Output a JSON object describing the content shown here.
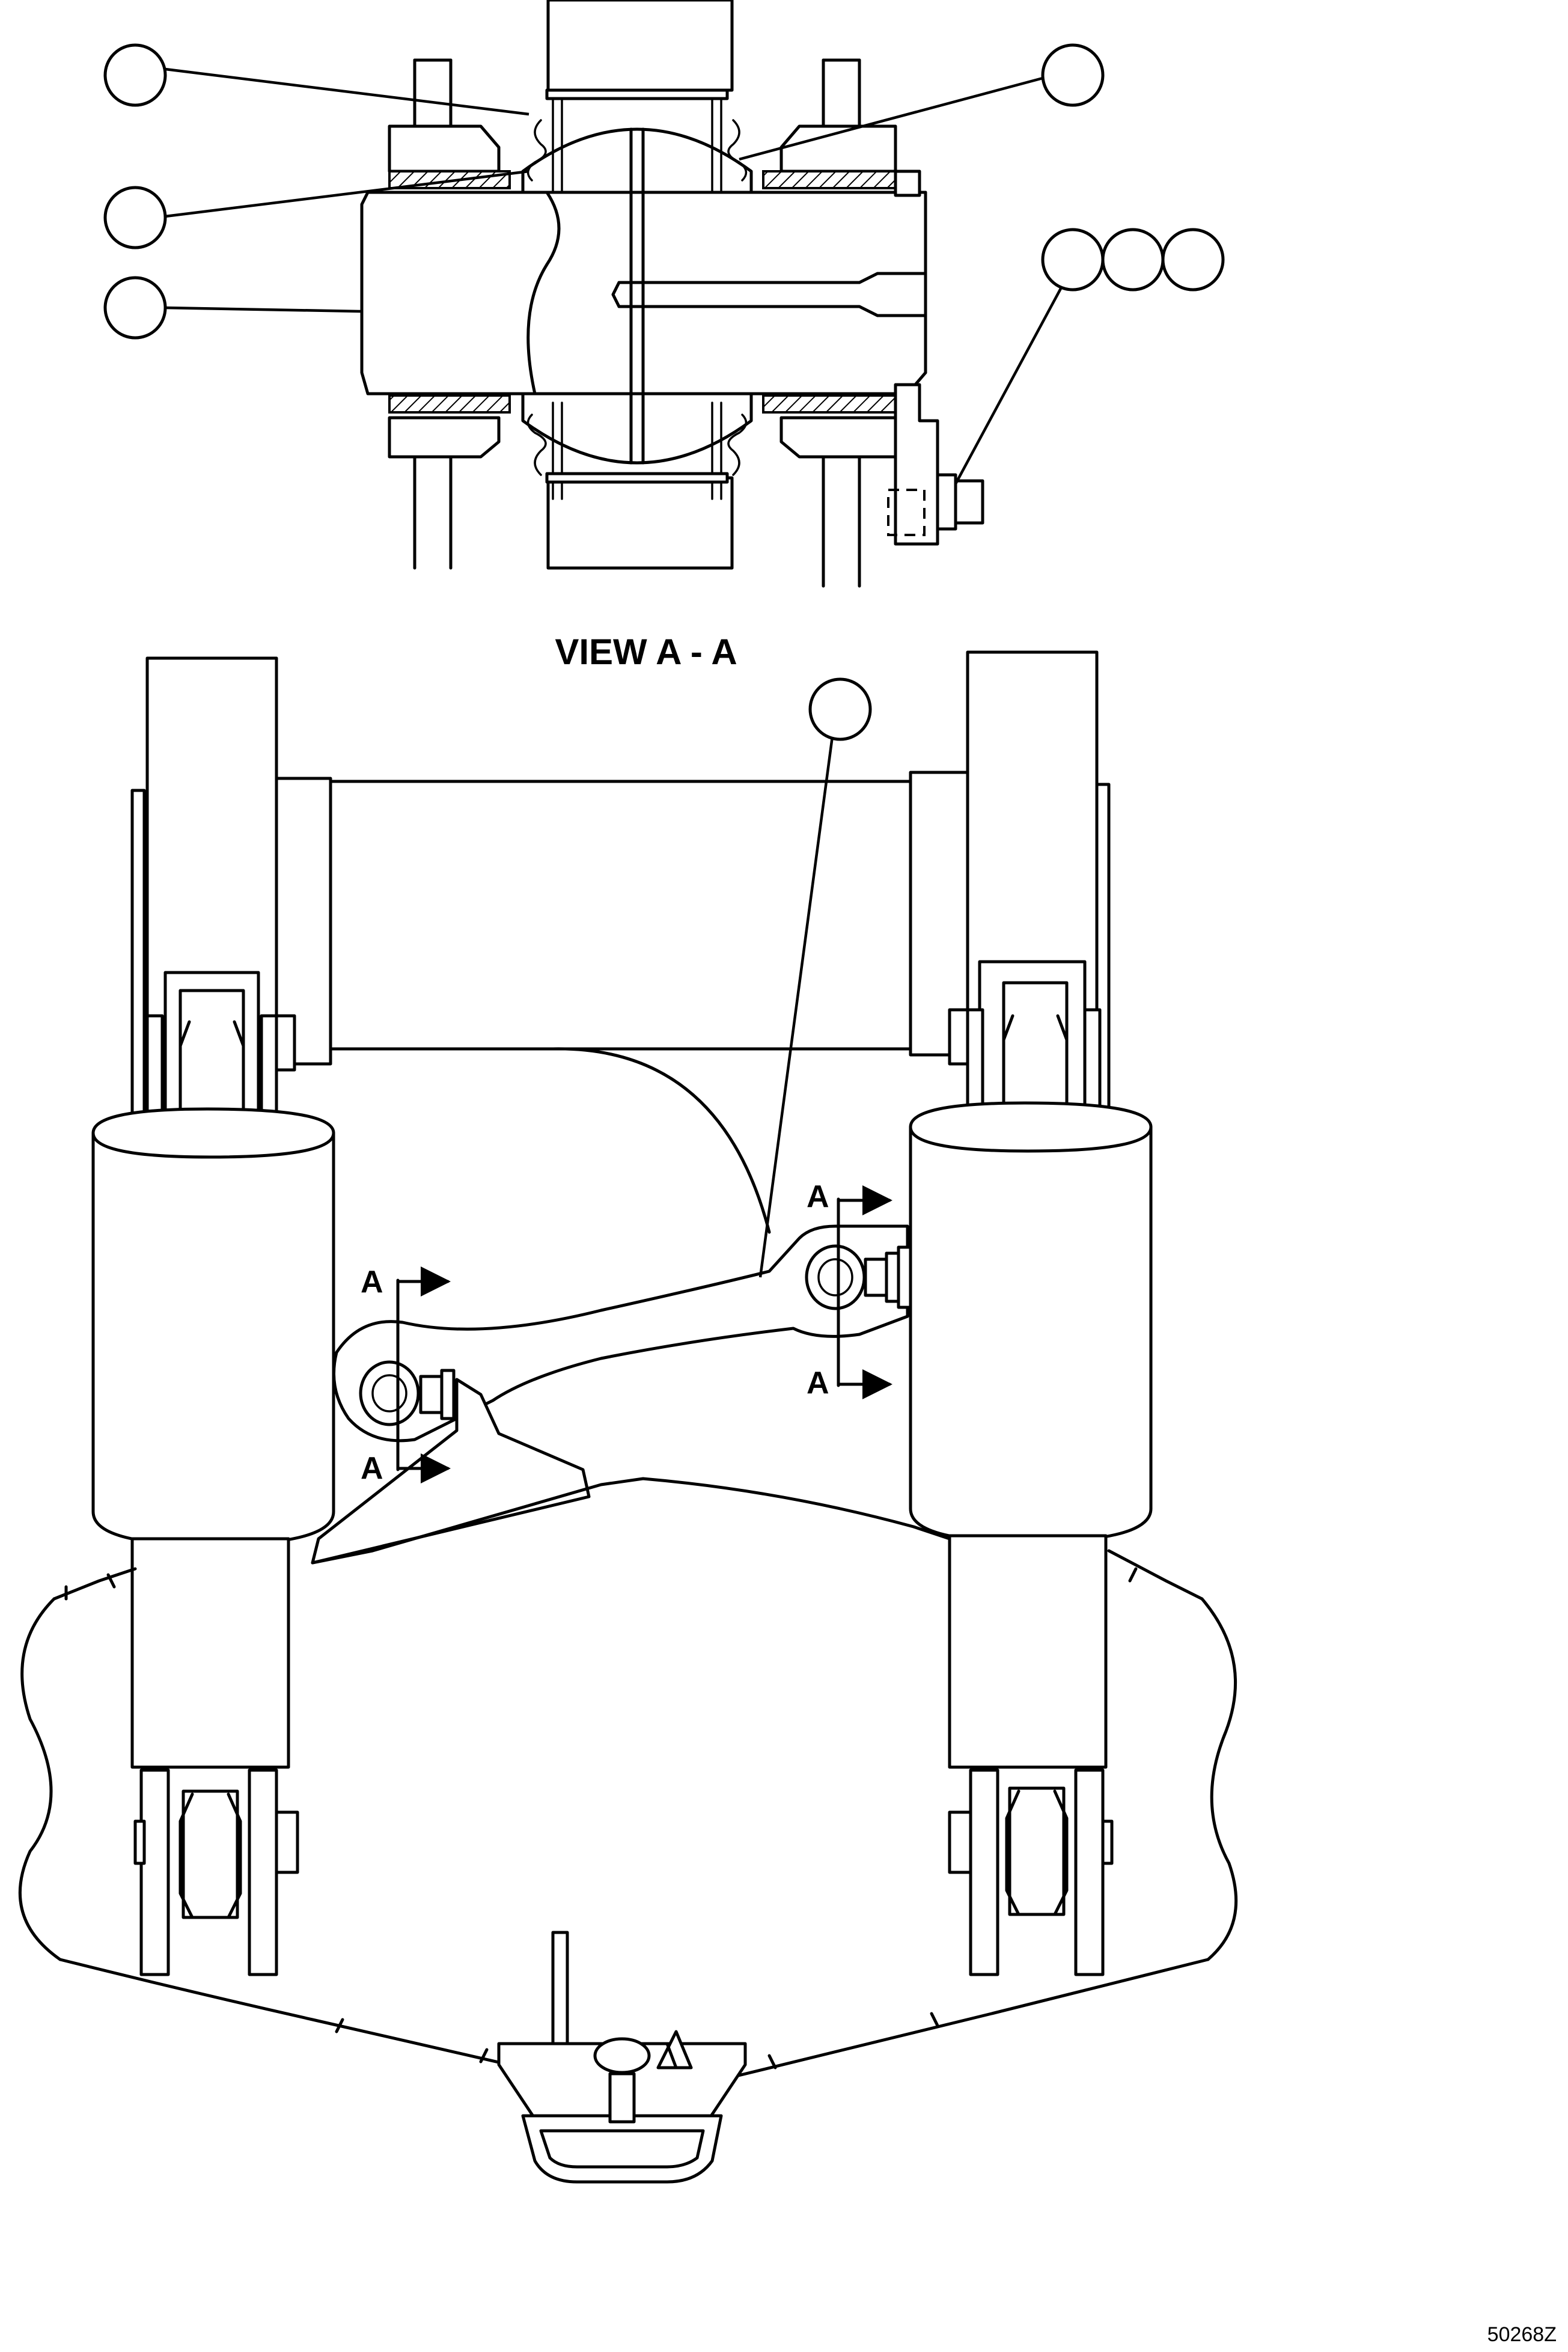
{
  "diagram": {
    "section_view_label": "VIEW A - A",
    "section_markers": [
      "A",
      "A",
      "A",
      "A"
    ],
    "figure_number": "50268Z",
    "callout_balloons": 8
  }
}
